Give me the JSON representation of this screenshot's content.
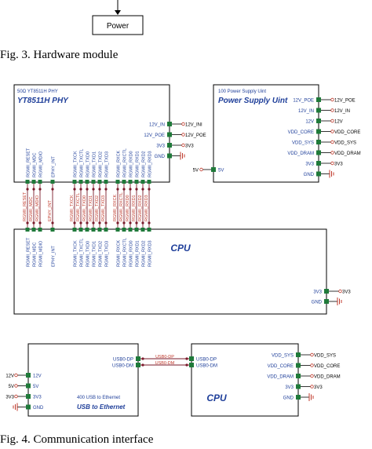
{
  "top_block": {
    "label": "Power"
  },
  "captions": {
    "fig3": "Fig. 3. Hardware module",
    "fig4": "Fig. 4. Communication interface"
  },
  "phy": {
    "subtitle": "50Ω YT8511H PHY",
    "title": "YT8511H PHY",
    "right_pins": [
      "12V_IN",
      "12V_POE",
      "3V3",
      "GND"
    ],
    "net_labels": [
      "12V_INI",
      "12V_POE",
      "3V3"
    ],
    "bottom_pins": [
      "RGMII_RESET",
      "RGMII_MDC",
      "RGMII_MDIO",
      "EPHY_INT",
      "RGMII_TXCK",
      "RGMII_TXCTL",
      "RGMII_TXD0",
      "RGMII_TXD1",
      "RGMII_TXD2",
      "RGMII_TXD3",
      "RGMII_RXCK",
      "RGMII_RXCTL",
      "RGMII_RXD0",
      "RGMII_RXD1",
      "RGMII_RXD2",
      "RGMII_RXD3"
    ]
  },
  "psu": {
    "subtitle": "100 Power Supply Uint",
    "title": "Power Supply Uint",
    "right_pins": [
      "12V_POE",
      "12V_IN",
      "12V",
      "VDD_CORE",
      "VDD_SYS",
      "VDD_DRAM",
      "3V3",
      "GND"
    ],
    "net_labels": [
      "12V_POE",
      "12V_IN",
      "12V",
      "VDD_CORE",
      "VDD_SYS",
      "VDD_DRAM",
      "3V3"
    ],
    "left_pin": "5V",
    "left_net": "5V"
  },
  "bus_nets": [
    "RGMII_RESET",
    "RGMII_MDC",
    "RGMII_MDIO",
    "EPHY_INT",
    "RGMII_TXCK",
    "RGMII_TXCTL",
    "RGMII_TXD0",
    "RGMII_TXD1",
    "RGMII_TXD2",
    "RGMII_TXD3",
    "RGMII_RXCK",
    "RGMII_RXCTL",
    "RGMII_RXD0",
    "RGMII_RXD1",
    "RGMII_RXD2",
    "RGMII_RXD3"
  ],
  "cpu1": {
    "title": "CPU",
    "top_pins": [
      "RGMII_RESET",
      "RGMII_MDC",
      "RGMII_MDIO",
      "EPHY_INT",
      "RGMII_TXCK",
      "RGMII_TXCTL",
      "RGMII_TXD0",
      "RGMII_TXD1",
      "RGMII_TXD2",
      "RGMII_TXD3",
      "RGMII_RXCK",
      "RGMII_RXCTL",
      "RGMII_RXD0",
      "RGMII_RXD1",
      "RGMII_RXD2",
      "RGMII_RXD3"
    ],
    "right_pins": [
      "3V3",
      "GND"
    ],
    "net_label": "3V3"
  },
  "usb_eth": {
    "subtitle": "400 USB to Ethernet",
    "title": "USB to Ethernet",
    "left_pins": [
      "12V",
      "5V",
      "3V3",
      "GND"
    ],
    "left_nets": [
      "12V",
      "5V",
      "3V3"
    ],
    "right_pins": [
      "USB0-DP",
      "USB0-DM"
    ]
  },
  "usb_nets": [
    "USB0-DP",
    "USB0-DM"
  ],
  "cpu2": {
    "title": "CPU",
    "left_pins": [
      "USB0-DP",
      "USB0-DM"
    ],
    "right_pins": [
      "VDD_SYS",
      "VDD_CORE",
      "VDD_DRAM",
      "3V3",
      "GND"
    ],
    "net_labels": [
      "VDD_SYS",
      "VDD_CORE",
      "VDD_DRAM",
      "3V3"
    ]
  },
  "colors": {
    "line": "#000000",
    "title": "#1f3f9a",
    "pin": "#1f7a3a",
    "net": "#c0392b",
    "pin_text": "#1f3f9a",
    "bus": "#7a1a2a"
  }
}
